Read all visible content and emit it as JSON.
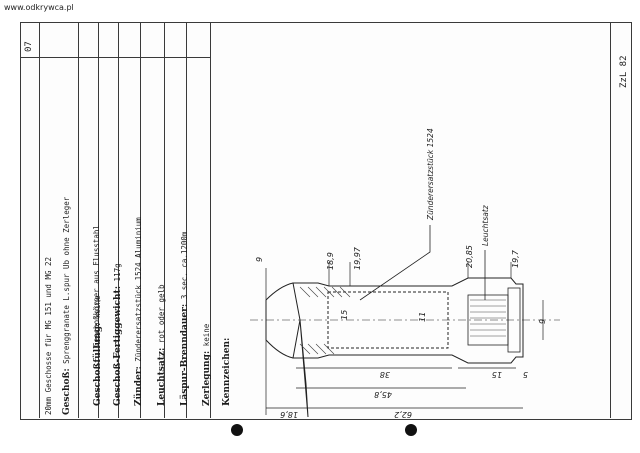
{
  "watermark": "www.odkrywca.pl",
  "sheet": {
    "number": "07",
    "ref": "ZzL 82",
    "title": "20mm Geschosse für MG 151 und MG 22",
    "rows": [
      {
        "label": "Geschoß:",
        "value": "Sprenggranate L.spur Ub ohne Zerleger",
        "value2": "Geschoßkörper aus Flusstahl"
      },
      {
        "label": "Geschoßfüllung:",
        "value": "keine"
      },
      {
        "label": "Geschoß-Fertiggewicht:",
        "value": "117g"
      },
      {
        "label": "Zünder:",
        "value": "Zünderersatzstück 1524 Aluminium"
      },
      {
        "label": "Leuchtsatz:",
        "value": "rot oder gelb"
      },
      {
        "label": "Läspur-Brenndauer:",
        "value": "3 sec. ca.1200m"
      },
      {
        "label": "Zerlegung:",
        "value": "keine"
      },
      {
        "label": "Kennzeichen:",
        "value": ""
      }
    ]
  },
  "drawing": {
    "leader_fuze": "Zünderersatzstück 1524",
    "leader_tracer": "Leuchtsatz",
    "dims": {
      "d_body": "9",
      "d_189": "18,9",
      "d_1997": "19,97",
      "d_2085": "20,85",
      "d_197": "19,7",
      "d_15": "15",
      "d_11": "11",
      "d_9": "9",
      "l_38": "38",
      "l_458": "45,8",
      "l_622": "62,2",
      "l_186": "18,6",
      "l_15": "15",
      "l_5": "5"
    }
  }
}
